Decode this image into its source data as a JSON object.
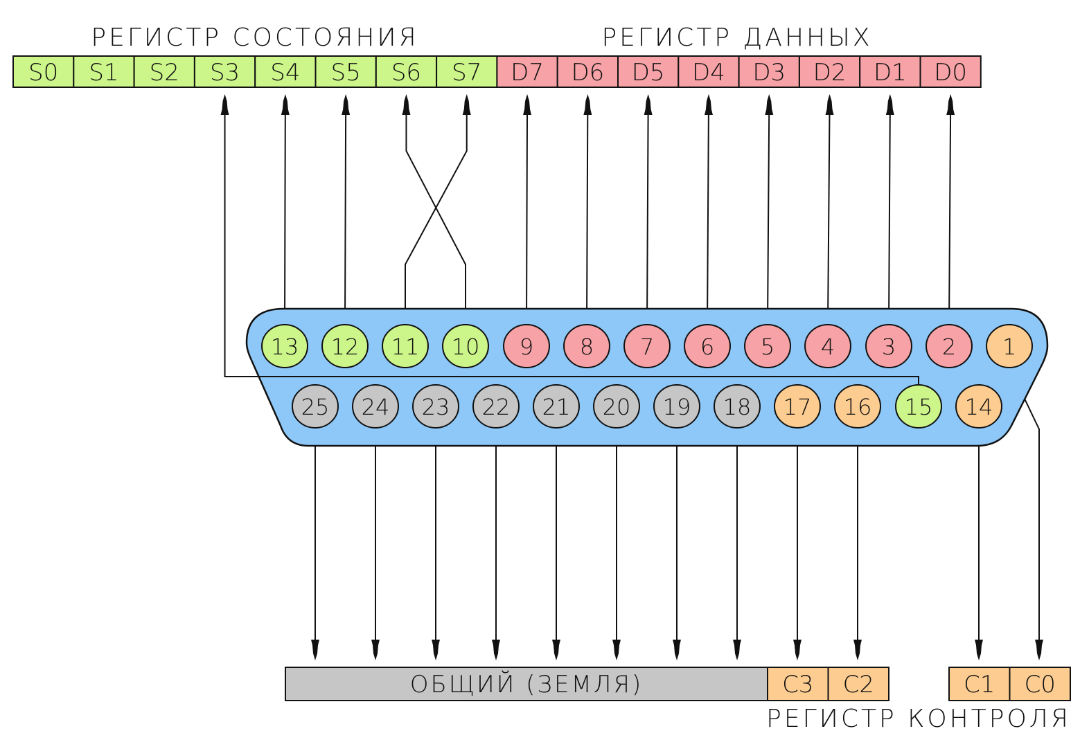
{
  "colors": {
    "status": "#ccf58a",
    "data": "#f7a2a6",
    "control": "#fccc91",
    "ground": "#c6c6c6",
    "connector": "#8ec8f8",
    "line": "#111111"
  },
  "titles": {
    "status_register": "РЕГИСТР СОСТОЯНИЯ",
    "data_register": "РЕГИСТР ДАННЫХ",
    "control_register": "РЕГИСТР КОНТРОЛЯ"
  },
  "top_register": [
    {
      "label": "S0",
      "group": "status"
    },
    {
      "label": "S1",
      "group": "status"
    },
    {
      "label": "S2",
      "group": "status"
    },
    {
      "label": "S3",
      "group": "status"
    },
    {
      "label": "S4",
      "group": "status"
    },
    {
      "label": "S5",
      "group": "status"
    },
    {
      "label": "S6",
      "group": "status"
    },
    {
      "label": "S7",
      "group": "status"
    },
    {
      "label": "D7",
      "group": "data"
    },
    {
      "label": "D6",
      "group": "data"
    },
    {
      "label": "D5",
      "group": "data"
    },
    {
      "label": "D4",
      "group": "data"
    },
    {
      "label": "D3",
      "group": "data"
    },
    {
      "label": "D2",
      "group": "data"
    },
    {
      "label": "D1",
      "group": "data"
    },
    {
      "label": "D0",
      "group": "data"
    }
  ],
  "top_row_pins": [
    {
      "label": "13",
      "group": "status"
    },
    {
      "label": "12",
      "group": "status"
    },
    {
      "label": "11",
      "group": "status"
    },
    {
      "label": "10",
      "group": "status"
    },
    {
      "label": "9",
      "group": "data"
    },
    {
      "label": "8",
      "group": "data"
    },
    {
      "label": "7",
      "group": "data"
    },
    {
      "label": "6",
      "group": "data"
    },
    {
      "label": "5",
      "group": "data"
    },
    {
      "label": "4",
      "group": "data"
    },
    {
      "label": "3",
      "group": "data"
    },
    {
      "label": "2",
      "group": "data"
    },
    {
      "label": "1",
      "group": "control"
    }
  ],
  "bottom_row_pins": [
    {
      "label": "25",
      "group": "ground"
    },
    {
      "label": "24",
      "group": "ground"
    },
    {
      "label": "23",
      "group": "ground"
    },
    {
      "label": "22",
      "group": "ground"
    },
    {
      "label": "21",
      "group": "ground"
    },
    {
      "label": "20",
      "group": "ground"
    },
    {
      "label": "19",
      "group": "ground"
    },
    {
      "label": "18",
      "group": "ground"
    },
    {
      "label": "17",
      "group": "control"
    },
    {
      "label": "16",
      "group": "control"
    },
    {
      "label": "15",
      "group": "status"
    },
    {
      "label": "14",
      "group": "control"
    }
  ],
  "bottom_registers": {
    "ground_label": "ОБЩИЙ (ЗЕМЛЯ)",
    "control_left": [
      {
        "label": "C3"
      },
      {
        "label": "C2"
      }
    ],
    "control_right": [
      {
        "label": "C1"
      },
      {
        "label": "C0"
      }
    ]
  },
  "connections": [
    {
      "pin": "15",
      "to": "S3"
    },
    {
      "pin": "13",
      "to": "S4"
    },
    {
      "pin": "12",
      "to": "S5"
    },
    {
      "pin": "10",
      "to": "S6"
    },
    {
      "pin": "11",
      "to": "S7"
    },
    {
      "pin": "9",
      "to": "D7"
    },
    {
      "pin": "8",
      "to": "D6"
    },
    {
      "pin": "7",
      "to": "D5"
    },
    {
      "pin": "6",
      "to": "D4"
    },
    {
      "pin": "5",
      "to": "D3"
    },
    {
      "pin": "4",
      "to": "D2"
    },
    {
      "pin": "3",
      "to": "D1"
    },
    {
      "pin": "2",
      "to": "D0"
    },
    {
      "pin": "25",
      "to": "GND"
    },
    {
      "pin": "24",
      "to": "GND"
    },
    {
      "pin": "23",
      "to": "GND"
    },
    {
      "pin": "22",
      "to": "GND"
    },
    {
      "pin": "21",
      "to": "GND"
    },
    {
      "pin": "20",
      "to": "GND"
    },
    {
      "pin": "19",
      "to": "GND"
    },
    {
      "pin": "18",
      "to": "GND"
    },
    {
      "pin": "17",
      "to": "C3"
    },
    {
      "pin": "16",
      "to": "C2"
    },
    {
      "pin": "14",
      "to": "C1"
    },
    {
      "pin": "1",
      "to": "C0"
    }
  ]
}
